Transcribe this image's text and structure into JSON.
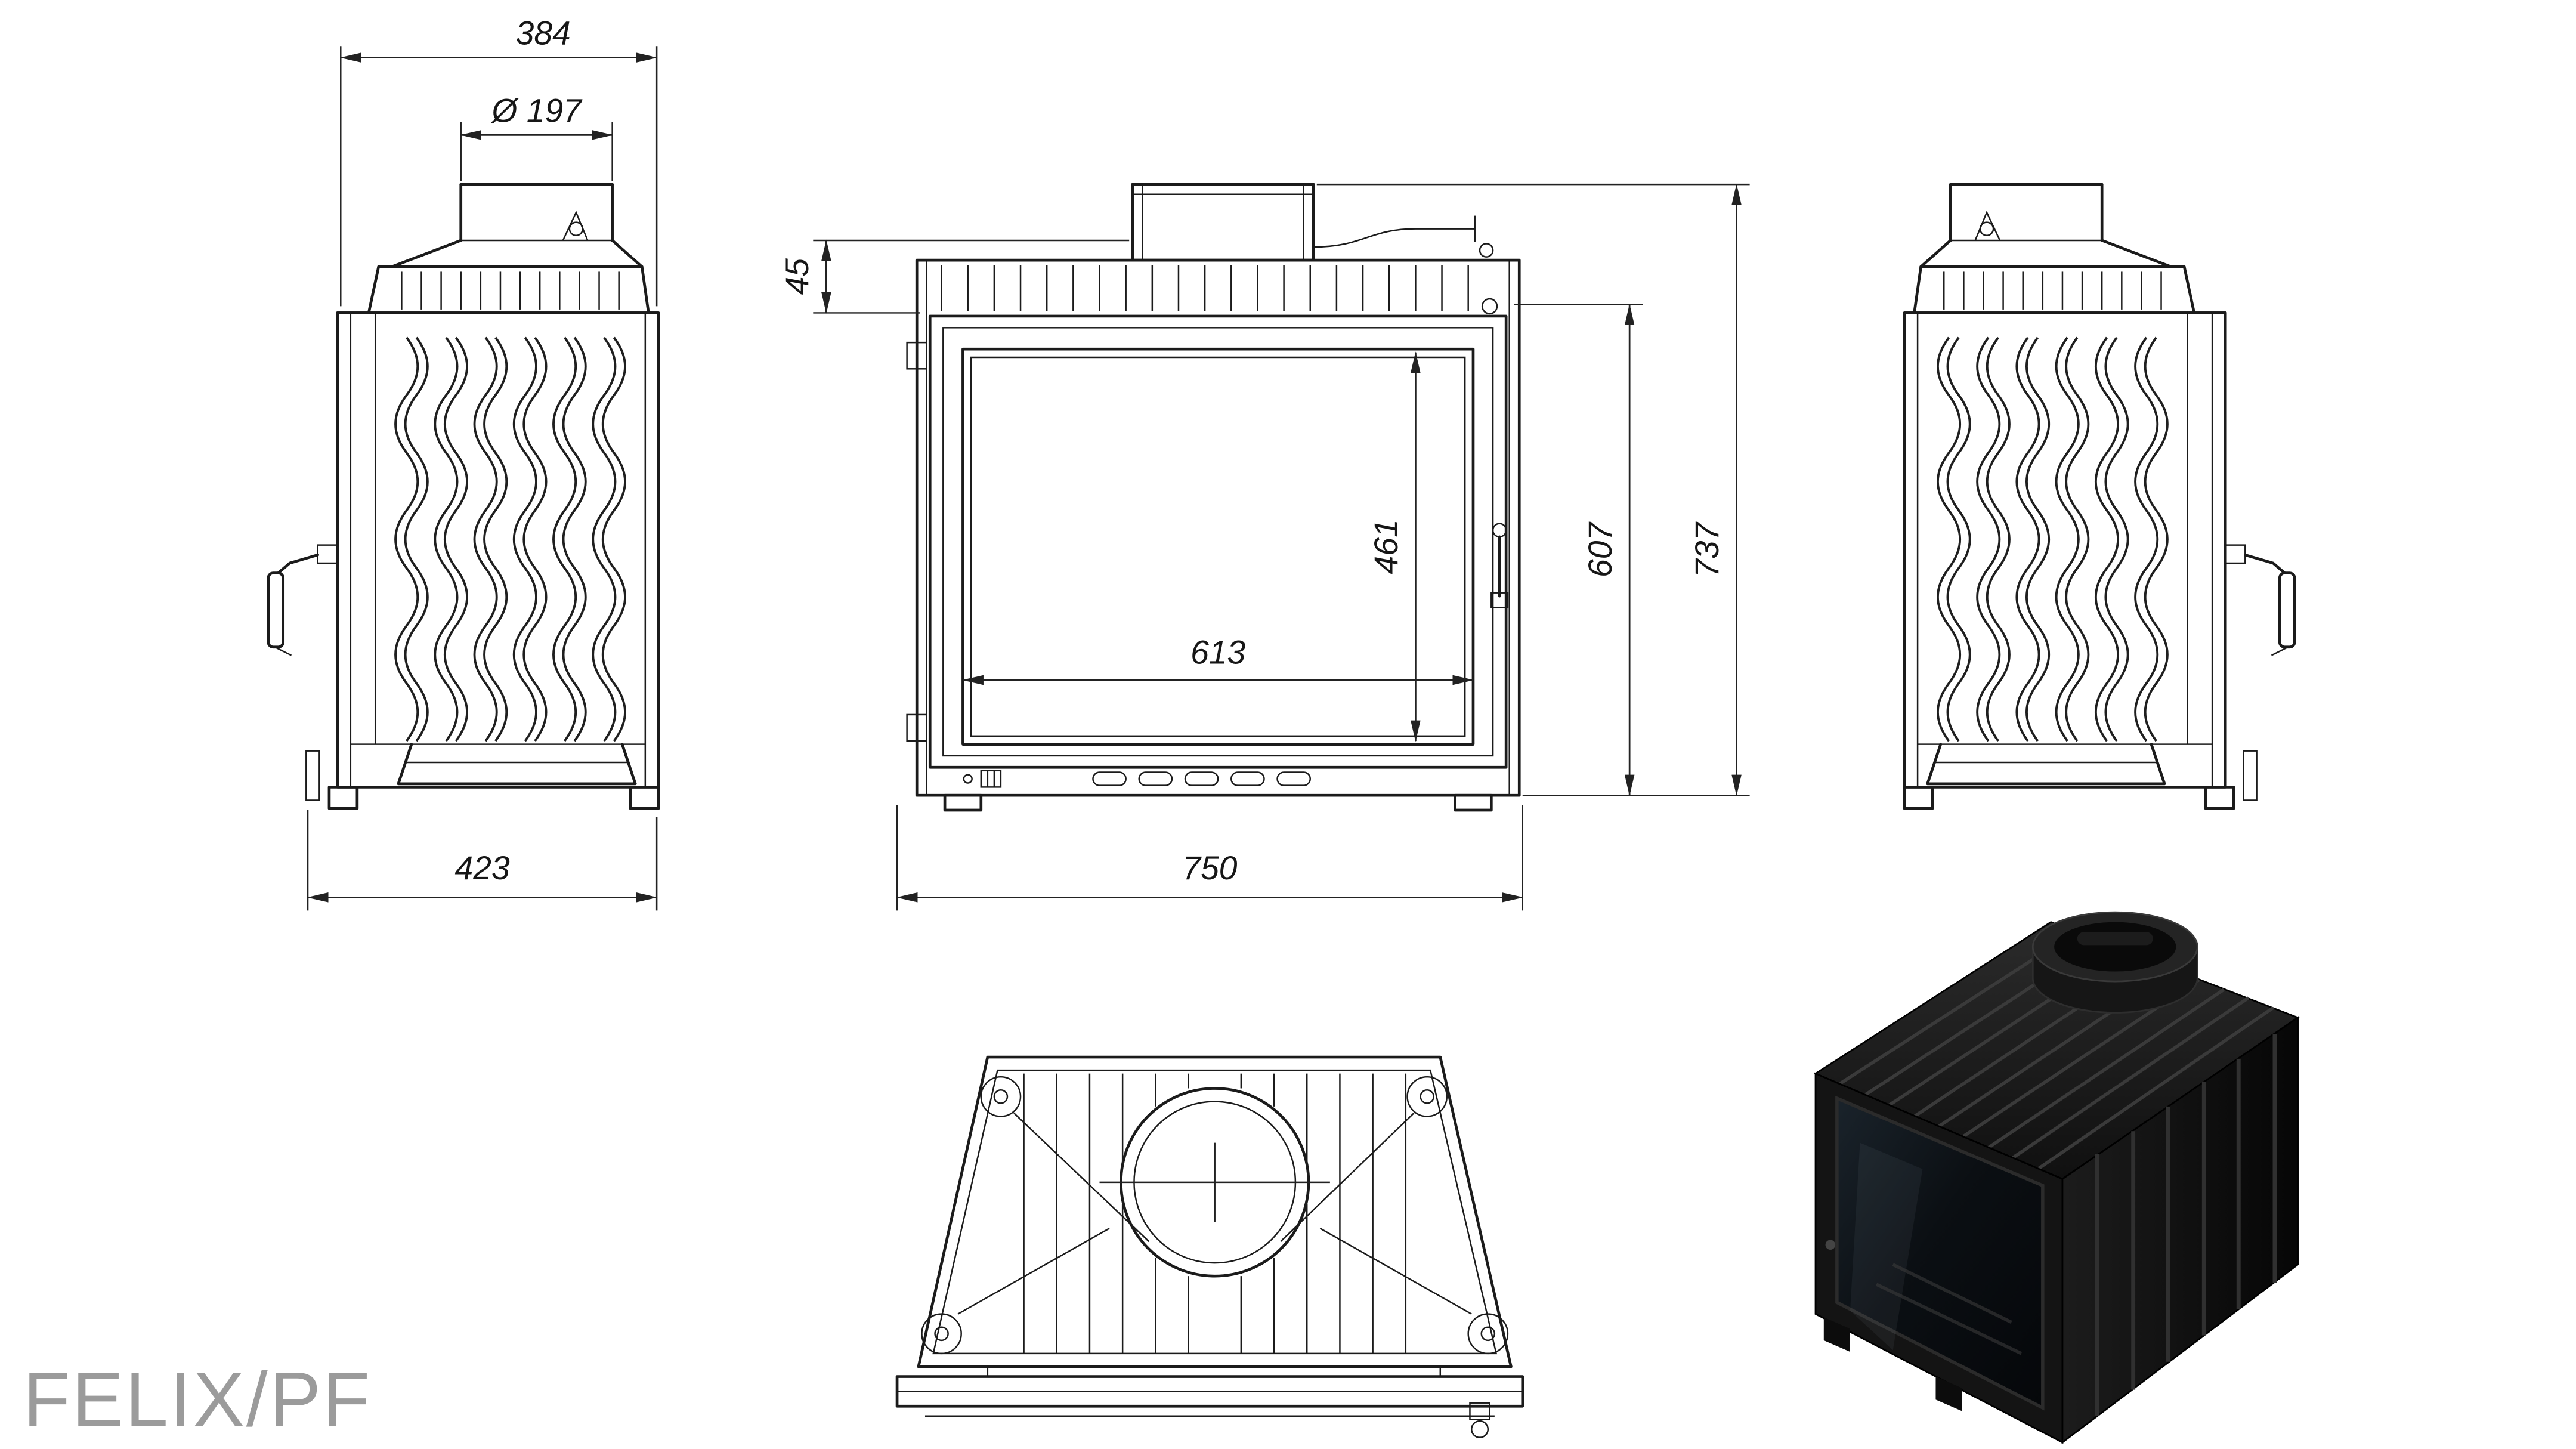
{
  "title": "FELIX/PF",
  "dimensions": {
    "top_width": "384",
    "flue_diameter": "Ø 197",
    "depth": "423",
    "collar_offset": "45",
    "glass_height": "461",
    "body_height": "607",
    "total_height": "737",
    "glass_width": "613",
    "front_width": "750"
  },
  "colors": {
    "line": "#1b1b1b",
    "brand_text": "#9b9b9b",
    "render_body": "#141414"
  }
}
